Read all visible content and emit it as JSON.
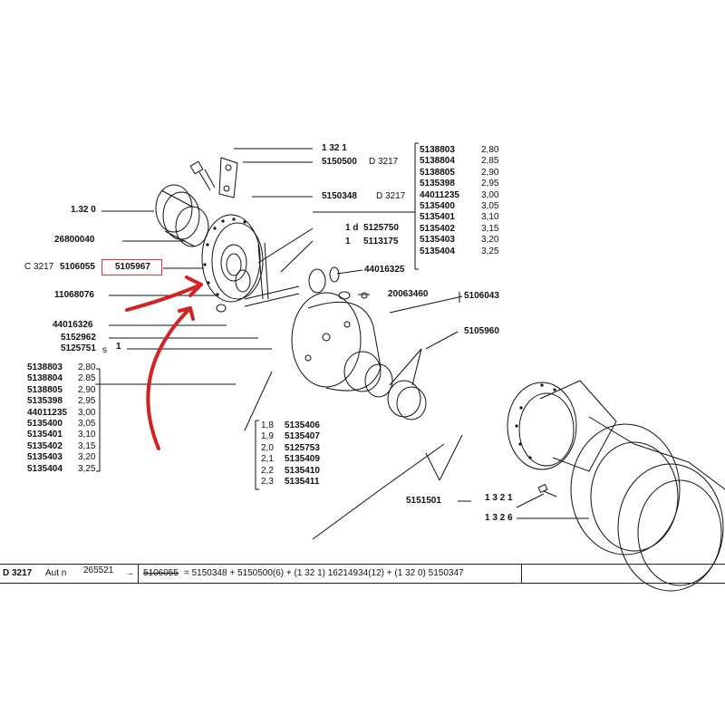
{
  "labels": {
    "l_1321_top": "1 32 1",
    "l_5150500": "5150500",
    "l_d3217_a": "D 3217",
    "l_5150348": "5150348",
    "l_d3217_b": "D 3217",
    "l_1320": "1.32 0",
    "l_26800040": "26800040",
    "l_c3217": "C 3217",
    "l_5106055": "5106055",
    "l_5105967": "5105967",
    "l_11068076": "11068076",
    "l_44016326": "44016326",
    "l_5152962": "5152962",
    "l_5125751": "5125751",
    "l_s": "s",
    "l_one": "1",
    "l_1d": "1 d",
    "l_5125750": "5125750",
    "l_1": "1",
    "l_5113175": "5113175",
    "l_44016325": "44016325",
    "l_20063460": "20063460",
    "l_5106043": "5106043",
    "l_5105960": "5105960",
    "l_5151501": "5151501",
    "l_1321_b": "1 3 2 1",
    "l_1326": "1 3 2 6"
  },
  "shims_right": [
    {
      "code": "5138803",
      "value": "2,80"
    },
    {
      "code": "5138804",
      "value": "2,85"
    },
    {
      "code": "5138805",
      "value": "2,90"
    },
    {
      "code": "5135398",
      "value": "2,95"
    },
    {
      "code": "44011235",
      "value": "3,00"
    },
    {
      "code": "5135400",
      "value": "3,05"
    },
    {
      "code": "5135401",
      "value": "3,10"
    },
    {
      "code": "5135402",
      "value": "3,15"
    },
    {
      "code": "5135403",
      "value": "3,20"
    },
    {
      "code": "5135404",
      "value": "3,25"
    }
  ],
  "shims_left": [
    {
      "code": "5138803",
      "value": "2,80"
    },
    {
      "code": "5138804",
      "value": "2.85"
    },
    {
      "code": "5138805",
      "value": "2,90"
    },
    {
      "code": "5135398",
      "value": "2,95"
    },
    {
      "code": "44011235",
      "value": "3,00"
    },
    {
      "code": "5135400",
      "value": "3,05"
    },
    {
      "code": "5135401",
      "value": "3,10"
    },
    {
      "code": "5135402",
      "value": "3,15"
    },
    {
      "code": "5135403",
      "value": "3,20"
    },
    {
      "code": "5135404",
      "value": "3,25"
    }
  ],
  "shims_mid": [
    {
      "value": "1,8",
      "code": "5135406"
    },
    {
      "value": "1,9",
      "code": "5135407"
    },
    {
      "value": "2,0",
      "code": "5125753"
    },
    {
      "value": "2,1",
      "code": "5135409"
    },
    {
      "value": "2,2",
      "code": "5135410"
    },
    {
      "value": "2,3",
      "code": "5135411"
    }
  ],
  "reference": {
    "code": "D 3217",
    "aut_label": "Aut n",
    "aut_number": "265521",
    "arrow": "→",
    "old_part": "5106055",
    "formula": "= 5150348 + 5150500(6) + (1 32 1) 16214934(12) + (1 32 0) 5150347"
  },
  "colors": {
    "annotation": "#d32222",
    "ink": "#111111"
  }
}
